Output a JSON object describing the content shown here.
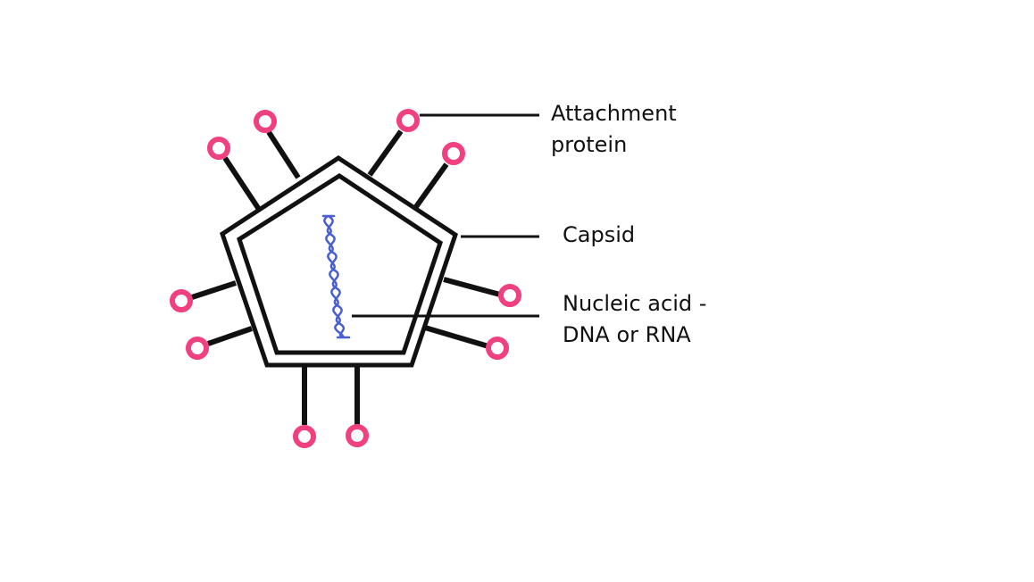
{
  "labels": {
    "attachment_protein": [
      "Attachment",
      "protein"
    ],
    "capsid": "Capsid",
    "nucleic_acid": [
      "Nucleic acid -",
      "DNA or RNA"
    ]
  },
  "colors": {
    "outline": "#111111",
    "attachment_protein": "#f0407f",
    "nucleic_acid": "#4a5fcf",
    "background": "#ffffff"
  },
  "parts": {
    "attachment_protein_count": 10,
    "capsid_shape": "pentagon",
    "nucleic_acid_style": "helix"
  }
}
